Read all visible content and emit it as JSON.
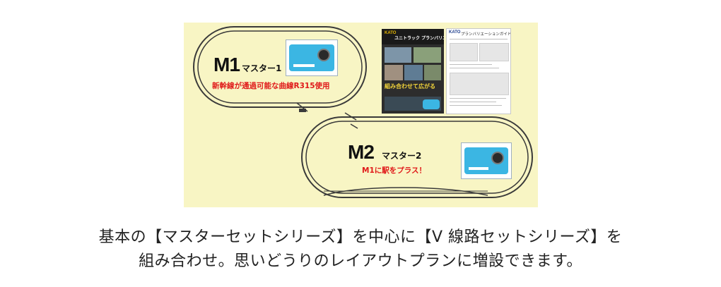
{
  "layout_panel": {
    "m1": {
      "code": "M1",
      "name": "マスター1",
      "note": "新幹線が通過可能な曲線R315使用"
    },
    "m2": {
      "code": "M2",
      "name": "マスター2",
      "note": "M1に駅をプラス！"
    },
    "booklet": {
      "logo": "KATO",
      "title": "ユニトラック プランバリエーションガイド",
      "tagline": "組み合わせて広がる"
    },
    "guide": {
      "logo": "KATO",
      "title": "プランバリエーションガイド"
    }
  },
  "caption": {
    "line1": "基本の【マスターセットシリーズ】を中心に【V 線路セットシリーズ】を",
    "line2": "組み合わせ。思いどうりのレイアウトプランに増設できます。"
  },
  "colors": {
    "panel_bg": "#f8f5c4",
    "note_red": "#e01a1a",
    "controller_blue": "#3bb6e3",
    "track": "#3a3a3a"
  }
}
